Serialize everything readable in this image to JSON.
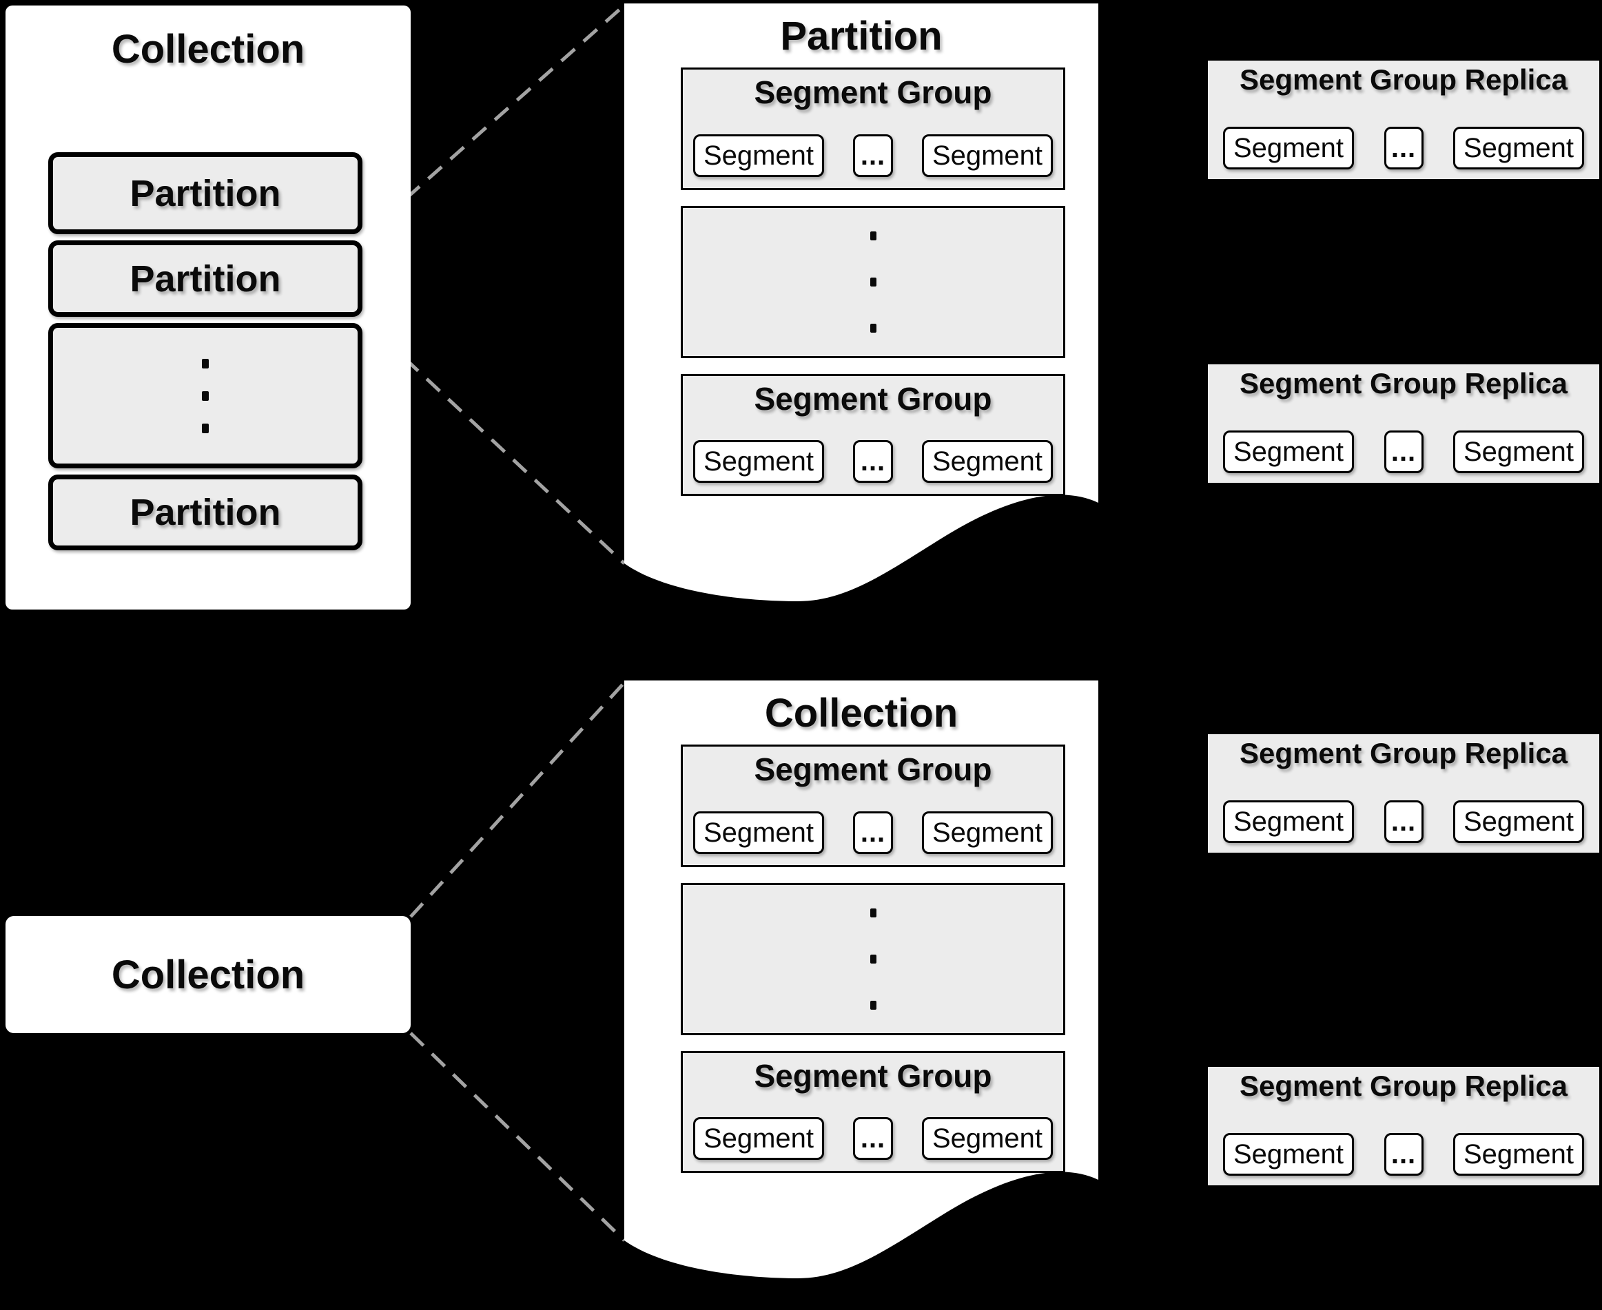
{
  "colors": {
    "background": "#000000",
    "page": "#ffffff",
    "fill": "#ececec",
    "border": "#000000",
    "connector": "#a3a3a3",
    "text": "#0a0a0a"
  },
  "labels": {
    "ellipsis": "..."
  },
  "icons": {
    "vertical_ellipsis": "three stacked dots"
  },
  "top_row": {
    "collection_panel": {
      "title": "Collection",
      "partitions": [
        "Partition",
        "Partition",
        "Partition"
      ]
    },
    "partition_detail_page": {
      "title": "Partition",
      "segment_groups": [
        {
          "title": "Segment Group",
          "segments": [
            "Segment",
            "Segment"
          ]
        },
        {
          "title": "Segment Group",
          "segments": [
            "Segment",
            "Segment"
          ]
        }
      ]
    },
    "segment_group_replicas": [
      {
        "title": "Segment Group Replica",
        "segments": [
          "Segment",
          "Segment"
        ]
      },
      {
        "title": "Segment Group Replica",
        "segments": [
          "Segment",
          "Segment"
        ]
      }
    ]
  },
  "bottom_row": {
    "collection_box": {
      "title": "Collection"
    },
    "collection_detail_page": {
      "title": "Collection",
      "segment_groups": [
        {
          "title": "Segment Group",
          "segments": [
            "Segment",
            "Segment"
          ]
        },
        {
          "title": "Segment Group",
          "segments": [
            "Segment",
            "Segment"
          ]
        }
      ]
    },
    "segment_group_replicas": [
      {
        "title": "Segment Group Replica",
        "segments": [
          "Segment",
          "Segment"
        ]
      },
      {
        "title": "Segment Group Replica",
        "segments": [
          "Segment",
          "Segment"
        ]
      }
    ]
  }
}
